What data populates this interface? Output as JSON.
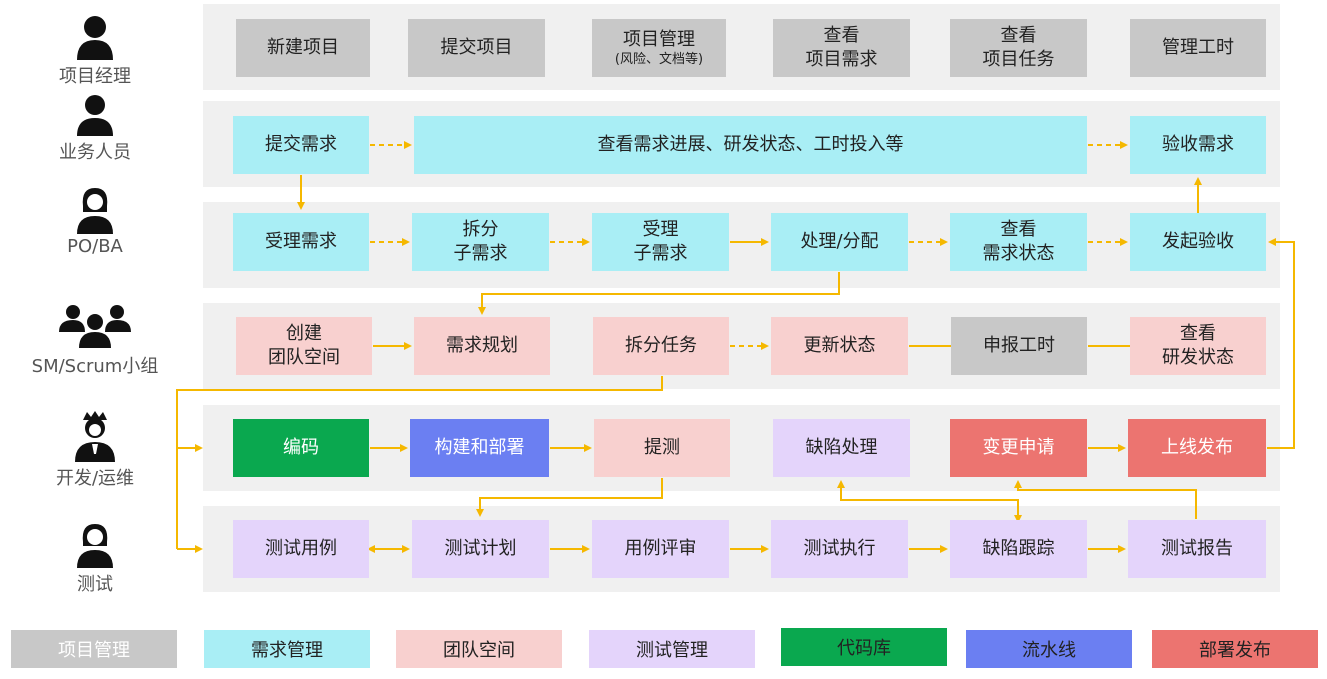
{
  "roles": {
    "pm": "项目经理",
    "business": "业务人员",
    "poba": "PO/BA",
    "sm": "SM/Scrum小组",
    "dev": "开发/运维",
    "test": "测试"
  },
  "pm_lane": {
    "new_project": "新建项目",
    "submit_project": "提交项目",
    "project_mgmt": "项目管理",
    "project_mgmt_sub": "(风险、文档等)",
    "view_req_1": "查看",
    "view_req_2": "项目需求",
    "view_task_1": "查看",
    "view_task_2": "项目任务",
    "manage_hours": "管理工时"
  },
  "business_lane": {
    "submit_req": "提交需求",
    "view_progress": "查看需求进展、研发状态、工时投入等",
    "accept_req": "验收需求"
  },
  "poba_lane": {
    "receive_req": "受理需求",
    "split_1": "拆分",
    "split_2": "子需求",
    "receive_sub_1": "受理",
    "receive_sub_2": "子需求",
    "process": "处理/分配",
    "view_status_1": "查看",
    "view_status_2": "需求状态",
    "start_accept": "发起验收"
  },
  "sm_lane": {
    "create_space_1": "创建",
    "create_space_2": "团队空间",
    "req_plan": "需求规划",
    "split_task": "拆分任务",
    "update_status": "更新状态",
    "report_hours": "申报工时",
    "view_dev_1": "查看",
    "view_dev_2": "研发状态"
  },
  "dev_lane": {
    "coding": "编码",
    "build_deploy": "构建和部署",
    "submit_test": "提测",
    "defect_fix": "缺陷处理",
    "change_request": "变更申请",
    "release": "上线发布"
  },
  "test_lane": {
    "test_case": "测试用例",
    "test_plan": "测试计划",
    "case_review": "用例评审",
    "test_exec": "测试执行",
    "defect_track": "缺陷跟踪",
    "test_report": "测试报告"
  },
  "legend": {
    "project": "项目管理",
    "requirement": "需求管理",
    "team_space": "团队空间",
    "test": "测试管理",
    "code_repo": "代码库",
    "pipeline": "流水线",
    "deploy": "部署发布"
  },
  "colors": {
    "project": "#c8c8c8",
    "requirement": "#a9eef5",
    "team_space": "#f8d0cf",
    "test": "#e4d4fb",
    "code_repo": "#0aa84f",
    "pipeline": "#6b7ff2",
    "deploy": "#ec7470",
    "arrow": "#f5b800",
    "lane": "#f0f0f0",
    "role_icon": "#111111"
  }
}
